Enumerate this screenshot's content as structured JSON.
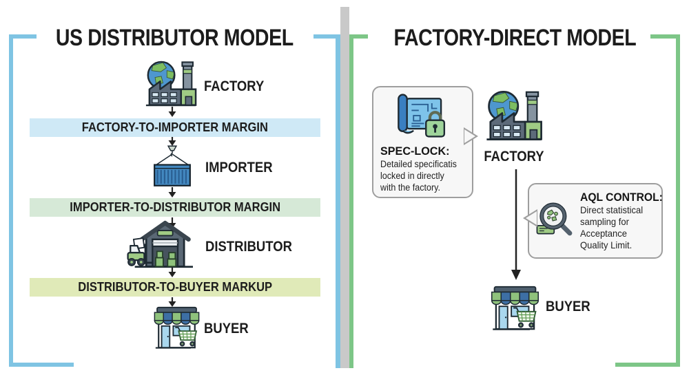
{
  "canvas": {
    "background": "#ffffff",
    "divider_color": "#c9c9c9"
  },
  "left": {
    "title": "US DISTRIBUTOR MODEL",
    "accent_color": "#7fc4e3",
    "nodes": [
      {
        "label": "FACTORY",
        "icon": "factory-icon"
      },
      {
        "label": "IMPORTER",
        "icon": "shipping-container-icon"
      },
      {
        "label": "DISTRIBUTOR",
        "icon": "warehouse-forklift-icon"
      },
      {
        "label": "BUYER",
        "icon": "storefront-cart-icon"
      }
    ],
    "bars": [
      {
        "label": "FACTORY-TO-IMPORTER MARGIN",
        "color": "#cfe9f6"
      },
      {
        "label": "IMPORTER-TO-DISTRIBUTOR MARGIN",
        "color": "#d6e9d7"
      },
      {
        "label": "DISTRIBUTOR-TO-BUYER MARKUP",
        "color": "#e0eab8"
      }
    ]
  },
  "right": {
    "title": "FACTORY-DIRECT MODEL",
    "accent_color": "#7dc687",
    "nodes": [
      {
        "label": "FACTORY",
        "icon": "factory-icon"
      },
      {
        "label": "BUYER",
        "icon": "storefront-cart-icon"
      }
    ],
    "callouts": [
      {
        "heading": "SPEC-LOCK:",
        "icon": "blueprint-lock-icon",
        "lines": [
          "Detailed specificatis",
          "locked in directly",
          "with the factory."
        ]
      },
      {
        "heading": "AQL CONTROL:",
        "icon": "magnifier-sample-icon",
        "lines": [
          "Direct statistical",
          "sampling for",
          "Acceptance",
          "Quality Limit."
        ]
      }
    ]
  }
}
